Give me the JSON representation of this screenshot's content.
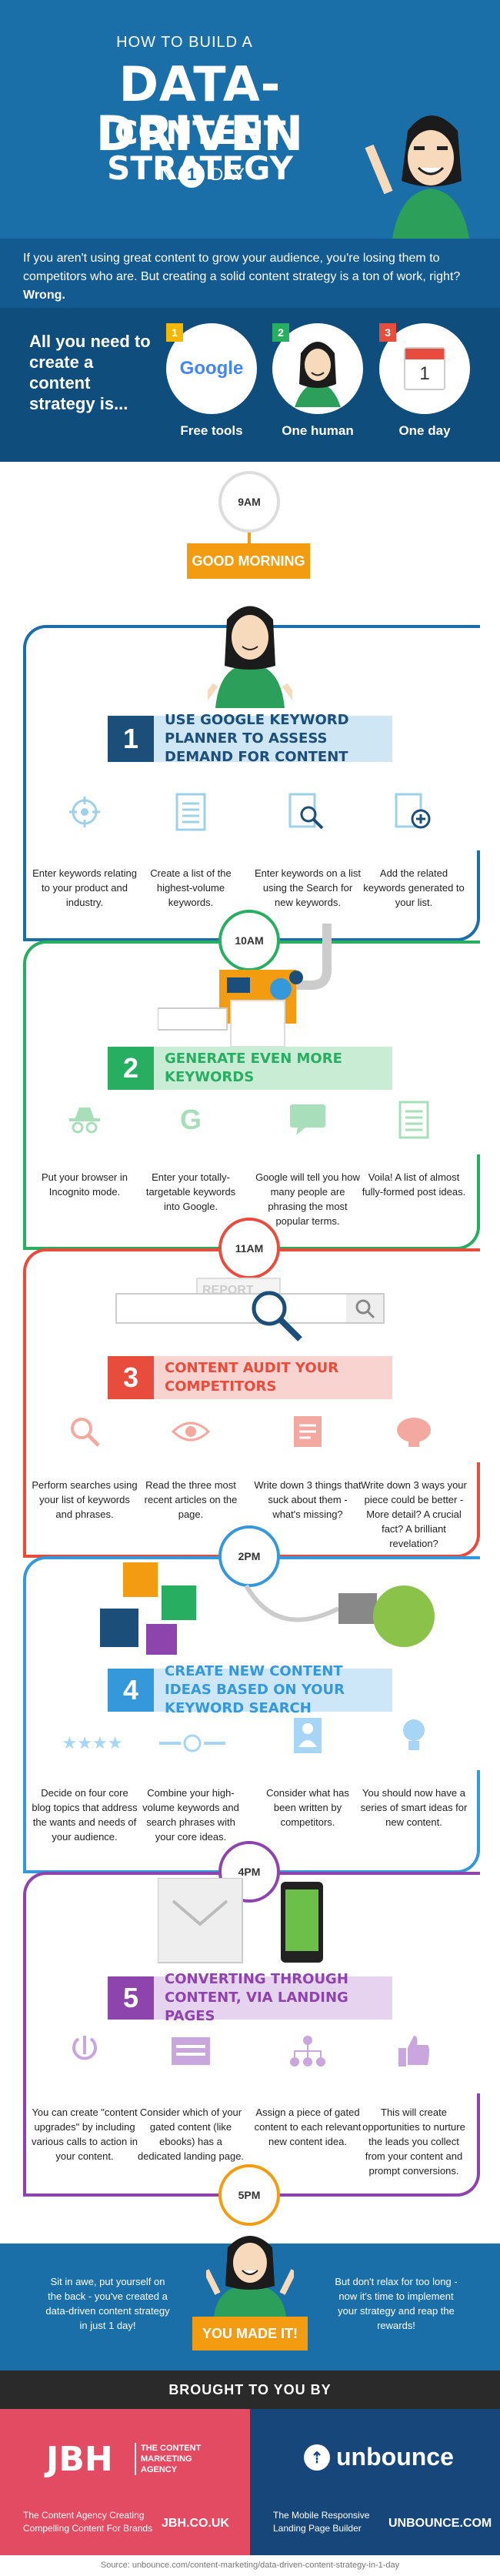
{
  "header": {
    "how": "HOW TO BUILD A",
    "line1": "DATA-DRIVEN",
    "line2": "CONTENT STRATEGY",
    "in": "IN",
    "num": "1",
    "day": "DAY"
  },
  "intro": {
    "text": "If you aren't using great content to grow your audience, you're losing them to competitors who are. But creating a solid content strategy is a ton of work, right?",
    "bold": "Wrong."
  },
  "needs": {
    "title": "All you need to create a content strategy is...",
    "items": [
      {
        "num": "1",
        "label": "Free tools",
        "logo": "Google"
      },
      {
        "num": "2",
        "label": "One human"
      },
      {
        "num": "3",
        "label": "One day",
        "cal": "1"
      }
    ]
  },
  "times": {
    "t1": "9AM",
    "t2": "10AM",
    "t3": "11AM",
    "t4": "2PM",
    "t5": "4PM",
    "t6": "5PM"
  },
  "good_morning": "GOOD MORNING",
  "steps": [
    {
      "num": "1",
      "title": "USE GOOGLE KEYWORD PLANNER TO ASSESS DEMAND FOR CONTENT",
      "subs": [
        "Enter keywords relating to your product and industry.",
        "Create a list of the highest-volume keywords.",
        "Enter keywords on a list using the Search for new keywords.",
        "Add the related keywords generated to your list."
      ]
    },
    {
      "num": "2",
      "title": "GENERATE EVEN MORE KEYWORDS",
      "subs": [
        "Put your browser in Incognito mode.",
        "Enter your totally-targetable keywords into Google.",
        "Google will tell you how many people are phrasing the most popular terms.",
        "Voila! A list of almost fully-formed post ideas."
      ]
    },
    {
      "num": "3",
      "title": "CONTENT AUDIT YOUR COMPETITORS",
      "subs": [
        "Perform searches using your list of keywords and phrases.",
        "Read the three most recent articles on the page.",
        "Write down 3 things that suck about them - what's missing?",
        "Write down 3 ways your piece could be better - More detail? A crucial fact? A brilliant revelation?"
      ]
    },
    {
      "num": "4",
      "title": "CREATE NEW CONTENT IDEAS BASED ON YOUR KEYWORD SEARCH",
      "subs": [
        "Decide on four core blog topics that address the wants and needs of your audience.",
        "Combine your high-volume keywords and search phrases with your core ideas.",
        "Consider what has been written by competitors.",
        "You should now have a series of smart ideas for new content."
      ]
    },
    {
      "num": "5",
      "title": "CONVERTING THROUGH CONTENT, VIA LANDING PAGES",
      "subs": [
        "You can create \"content upgrades\" by including various calls to action in your content.",
        "Consider which of your gated content (like ebooks) has a dedicated landing page.",
        "Assign a piece of gated content to each relevant new content idea.",
        "This will create opportunities to nurture the leads you collect from your content and prompt conversions."
      ]
    }
  ],
  "report_label": "REPORT",
  "final": {
    "left": "Sit in awe, put yourself on the back - you've created a data-driven content strategy in just 1 day!",
    "right": "But don't relax for too long - now it's time to implement your strategy and reap the rewards!",
    "badge": "YOU MADE IT!"
  },
  "footer": {
    "brought": "BROUGHT TO YOU BY",
    "jbh_logo": "JBH",
    "jbh_name": "THE CONTENT MARKETING AGENCY",
    "jbh_tag": "The Content Agency Creating Compelling Content For Brands",
    "jbh_url": "JBH.CO.UK",
    "unb_logo": "unbounce",
    "unb_tag": "The Mobile Responsive Landing Page Builder",
    "unb_url": "UNBOUNCE.COM",
    "source": "Source: unbounce.com/content-marketing/data-driven-content-strategy-in-1-day"
  },
  "colors": {
    "blue": "#1b6fa8",
    "navy": "#0f4d7c",
    "orange": "#f39c12",
    "green": "#27ae60",
    "red": "#e74c3c",
    "lightblue": "#3498db",
    "purple": "#8e44ad"
  }
}
